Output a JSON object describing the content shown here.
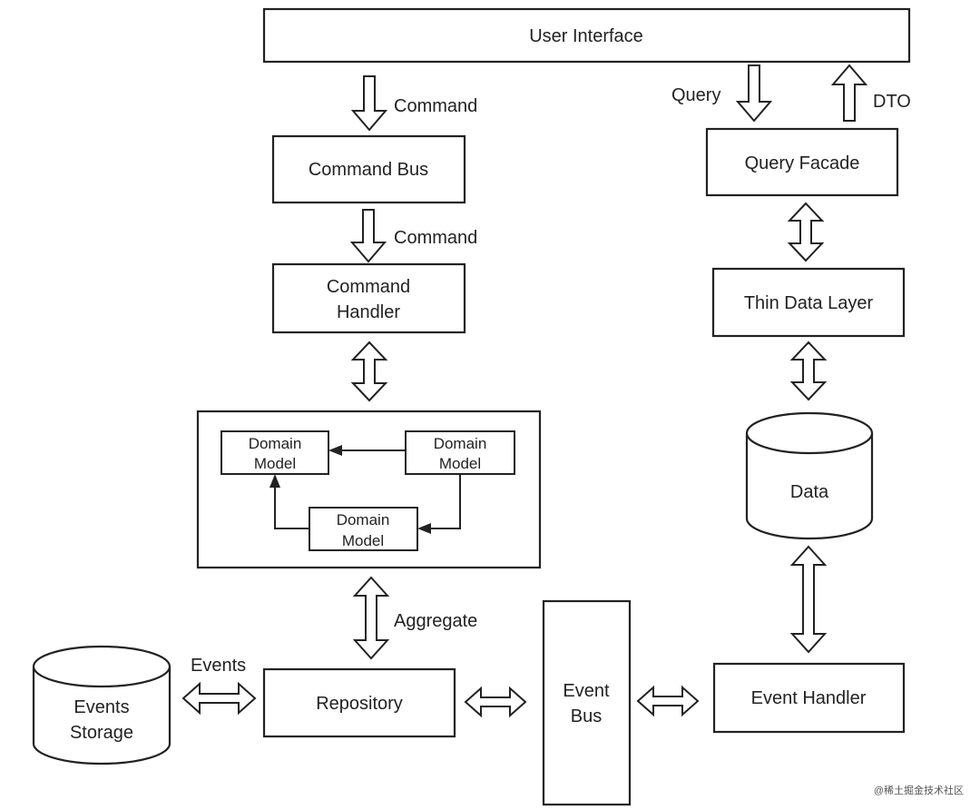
{
  "nodes": {
    "user_interface": "User Interface",
    "command_bus": "Command Bus",
    "command_handler": [
      "Command",
      "Handler"
    ],
    "domain_model_left": [
      "Domain",
      "Model"
    ],
    "domain_model_right": [
      "Domain",
      "Model"
    ],
    "domain_model_bottom": [
      "Domain",
      "Model"
    ],
    "repository": "Repository",
    "events_storage": [
      "Events",
      "Storage"
    ],
    "event_bus": [
      "Event",
      "Bus"
    ],
    "event_handler": "Event Handler",
    "query_facade": "Query Facade",
    "thin_data_layer": "Thin Data Layer",
    "data_store": "Data"
  },
  "edge_labels": {
    "command_1": "Command",
    "command_2": "Command",
    "aggregate": "Aggregate",
    "events": "Events",
    "query": "Query",
    "dto": "DTO"
  },
  "watermark": "@稀土掘金技术社区"
}
